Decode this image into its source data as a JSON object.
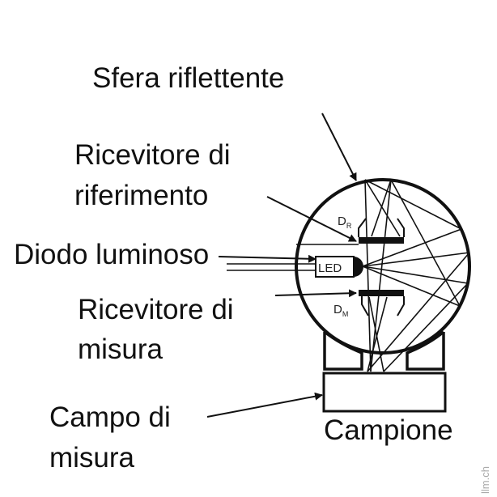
{
  "labels": {
    "sphere": "Sfera riflettente",
    "reference_receiver_1": "Ricevitore di",
    "reference_receiver_2": "riferimento",
    "led_diode": "Diodo luminoso",
    "measure_receiver_1": "Ricevitore di",
    "measure_receiver_2": "misura",
    "measure_field_1": "Campo di",
    "measure_field_2": "misura",
    "sample": "Campione"
  },
  "components": {
    "led": "LED",
    "dr": "D",
    "dr_sub": "R",
    "dm": "D",
    "dm_sub": "M"
  },
  "watermark": "llm.ch"
}
